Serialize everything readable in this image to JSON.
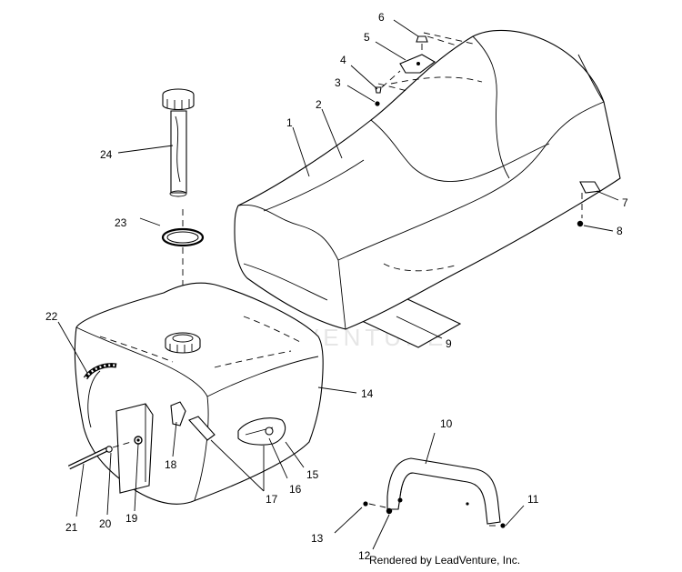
{
  "watermark": "LEADVENTURE",
  "credit": "Rendered by LeadVenture, Inc.",
  "callouts": [
    {
      "id": "1",
      "label": "1"
    },
    {
      "id": "2",
      "label": "2"
    },
    {
      "id": "3",
      "label": "3"
    },
    {
      "id": "4",
      "label": "4"
    },
    {
      "id": "5",
      "label": "5"
    },
    {
      "id": "6",
      "label": "6"
    },
    {
      "id": "7",
      "label": "7"
    },
    {
      "id": "8",
      "label": "8"
    },
    {
      "id": "9",
      "label": "9"
    },
    {
      "id": "10",
      "label": "10"
    },
    {
      "id": "11",
      "label": "11"
    },
    {
      "id": "12",
      "label": "12"
    },
    {
      "id": "13",
      "label": "13"
    },
    {
      "id": "14",
      "label": "14"
    },
    {
      "id": "15",
      "label": "15"
    },
    {
      "id": "16",
      "label": "16"
    },
    {
      "id": "17",
      "label": "17"
    },
    {
      "id": "18",
      "label": "18"
    },
    {
      "id": "19",
      "label": "19"
    },
    {
      "id": "20",
      "label": "20"
    },
    {
      "id": "21",
      "label": "21"
    },
    {
      "id": "22",
      "label": "22"
    },
    {
      "id": "23",
      "label": "23"
    },
    {
      "id": "24",
      "label": "24"
    }
  ]
}
